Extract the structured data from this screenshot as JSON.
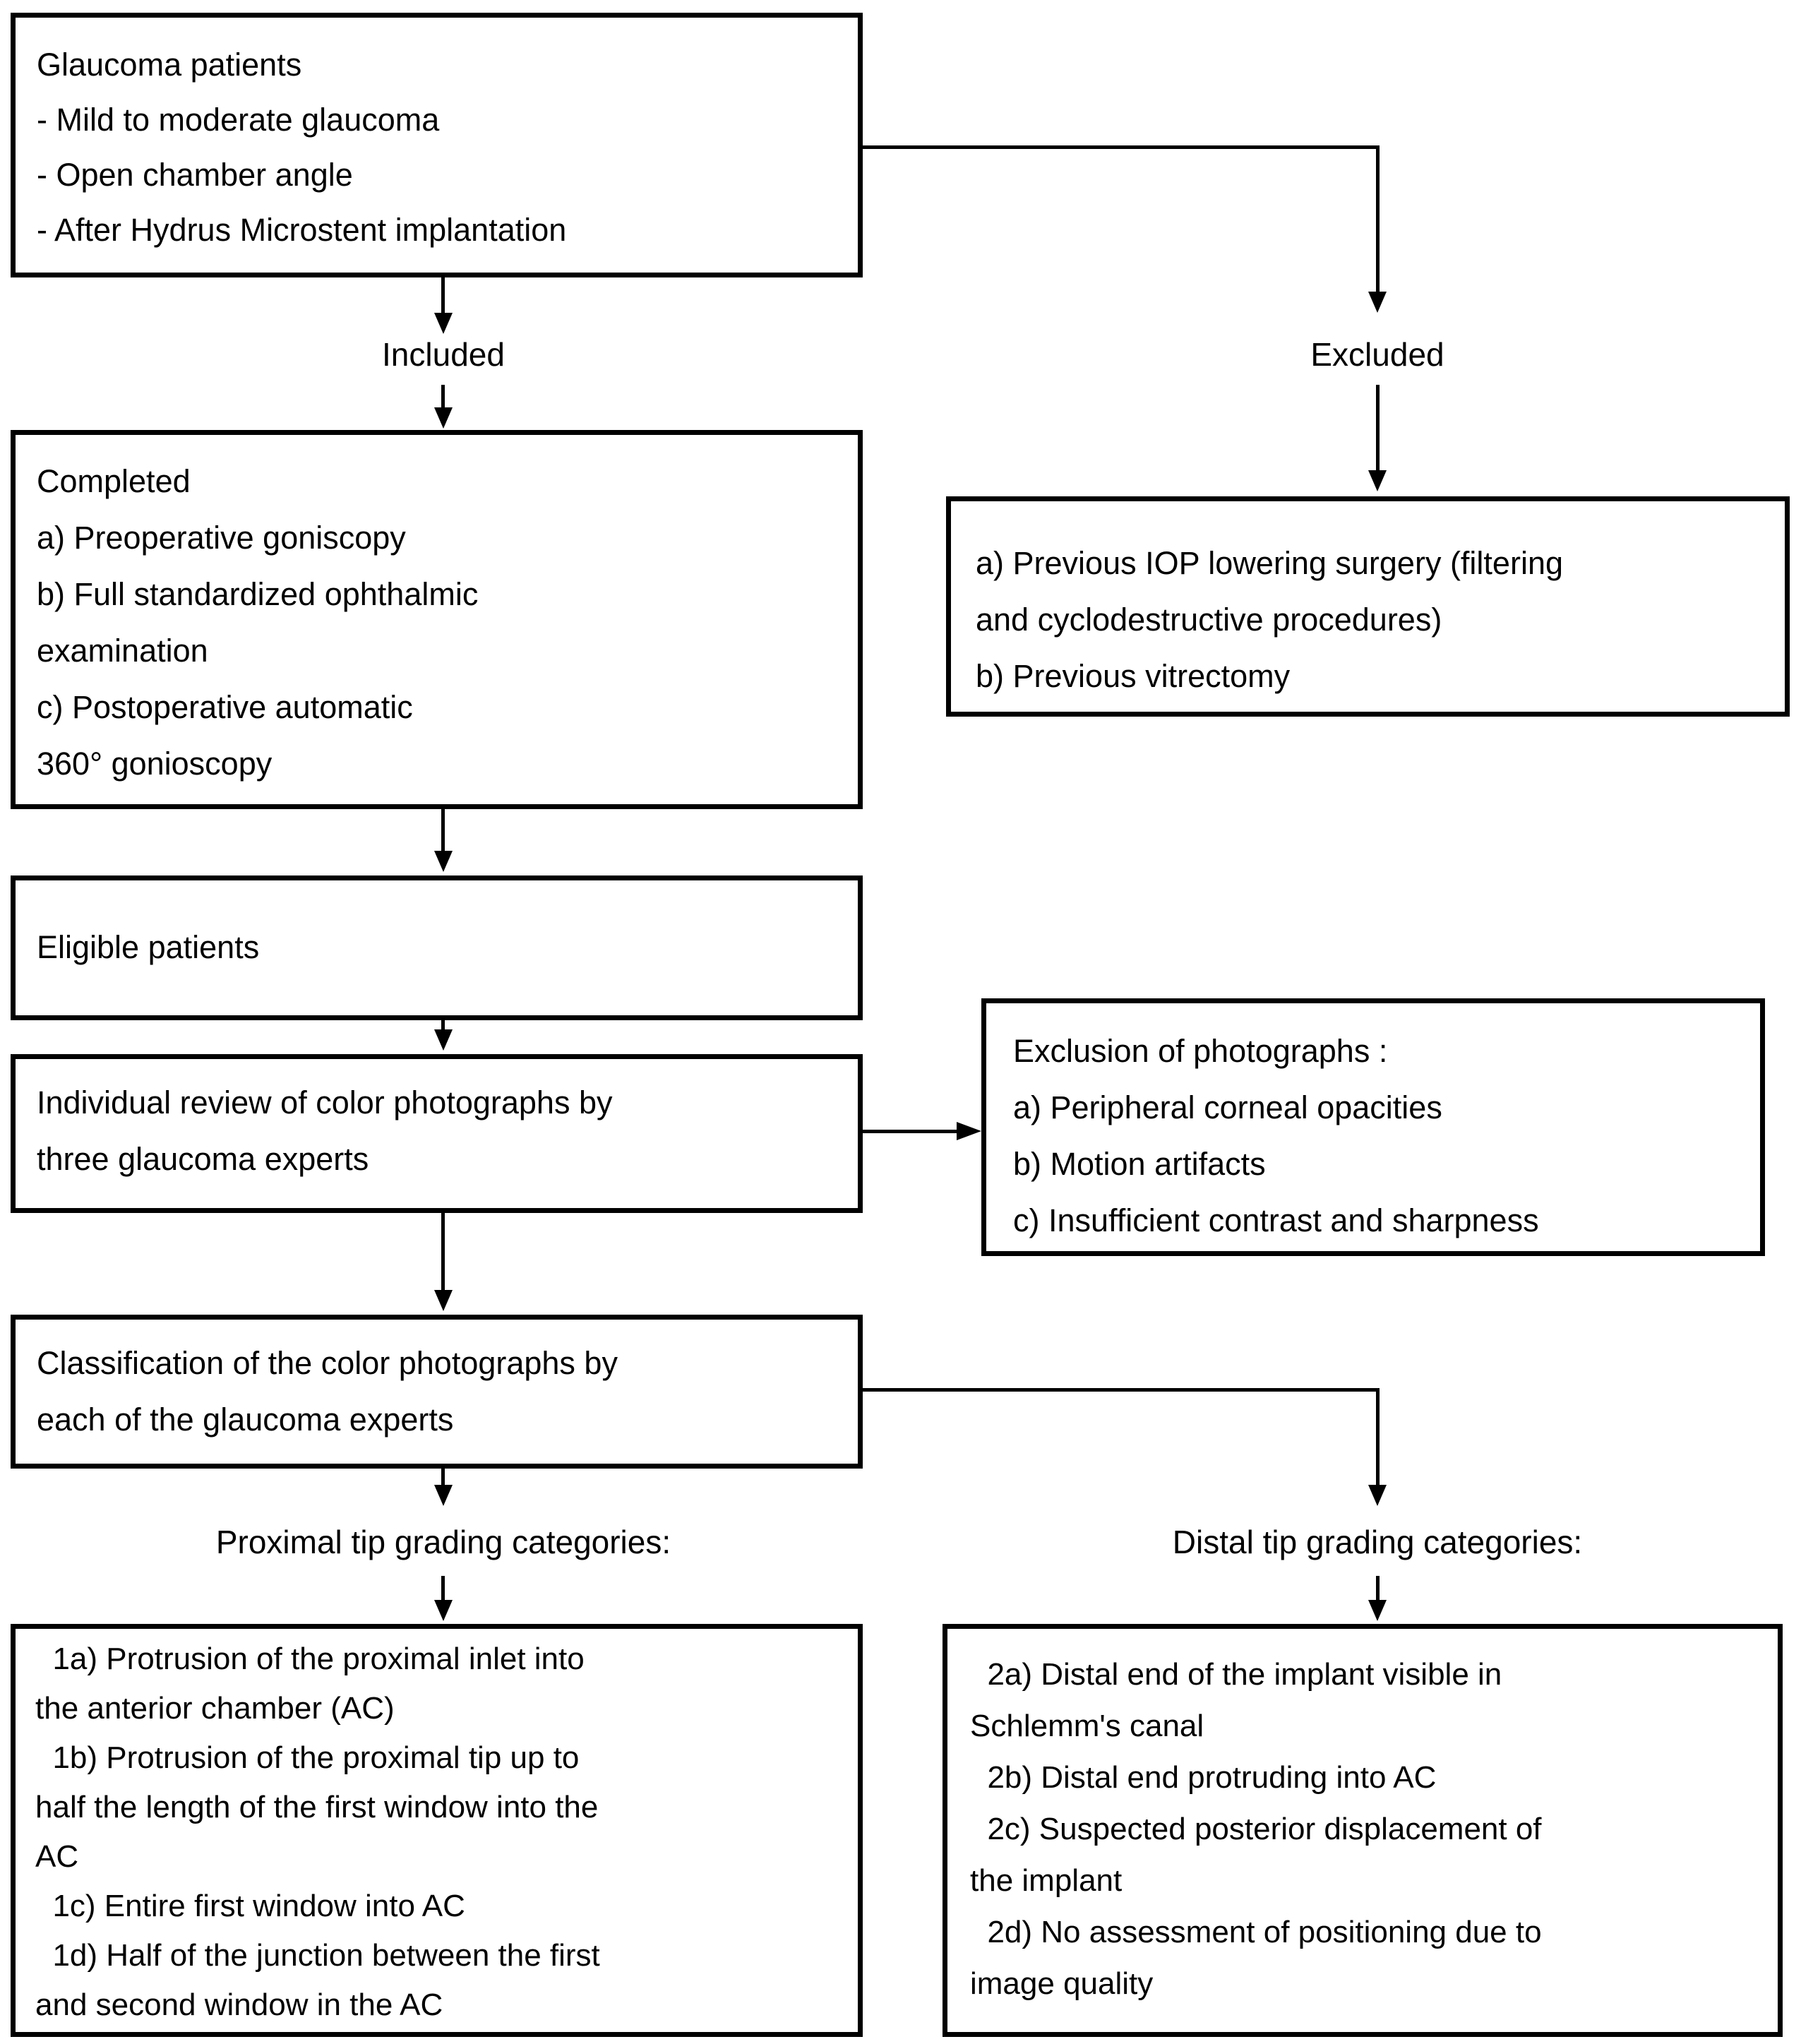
{
  "figure": {
    "background": "#ffffff",
    "line_color": "#000000",
    "text_color": "#000000"
  },
  "boxes": {
    "glaucoma_patients": {
      "lines": [
        "Glaucoma patients",
        "- Mild to moderate glaucoma",
        "- Open chamber angle",
        "- After Hydrus Microstent implantation"
      ]
    },
    "completed": {
      "lines": [
        "Completed",
        "a) Preoperative goniscopy",
        "b) Full standardized ophthalmic",
        "examination",
        "c) Postoperative automatic",
        "360° gonioscopy"
      ]
    },
    "exclusion_criteria": {
      "lines": [
        "a) Previous IOP lowering surgery (filtering",
        "and cyclodestructive procedures)",
        "b) Previous vitrectomy"
      ]
    },
    "eligible_patients": {
      "lines": [
        "Eligible patients"
      ]
    },
    "individual_review": {
      "lines": [
        "Individual review of color photographs by",
        "three glaucoma experts"
      ]
    },
    "exclusion_photographs": {
      "lines": [
        "Exclusion of photographs :",
        "a) Peripheral corneal opacities",
        "b) Motion artifacts",
        "c) Insufficient contrast and sharpness"
      ]
    },
    "classification": {
      "lines": [
        "Classification of the color photographs by",
        "each of the glaucoma experts"
      ]
    },
    "proximal_categories": {
      "lines": [
        "  1a) Protrusion of the proximal inlet into",
        "the anterior chamber (AC)",
        "  1b) Protrusion of the proximal tip up to",
        "half the length of the first window into the",
        "AC",
        "  1c) Entire first window into AC",
        "  1d) Half of the junction between the first",
        "and second window in the AC"
      ]
    },
    "distal_categories": {
      "lines": [
        "  2a) Distal end of the implant visible in",
        "Schlemm's canal",
        "  2b) Distal end protruding into AC",
        "  2c) Suspected posterior displacement of",
        "the implant",
        "  2d) No assessment of positioning due to",
        "image quality"
      ]
    }
  },
  "labels": {
    "included": "Included",
    "excluded": "Excluded",
    "proximal": "Proximal tip grading categories:",
    "distal": "Distal tip grading categories:"
  }
}
